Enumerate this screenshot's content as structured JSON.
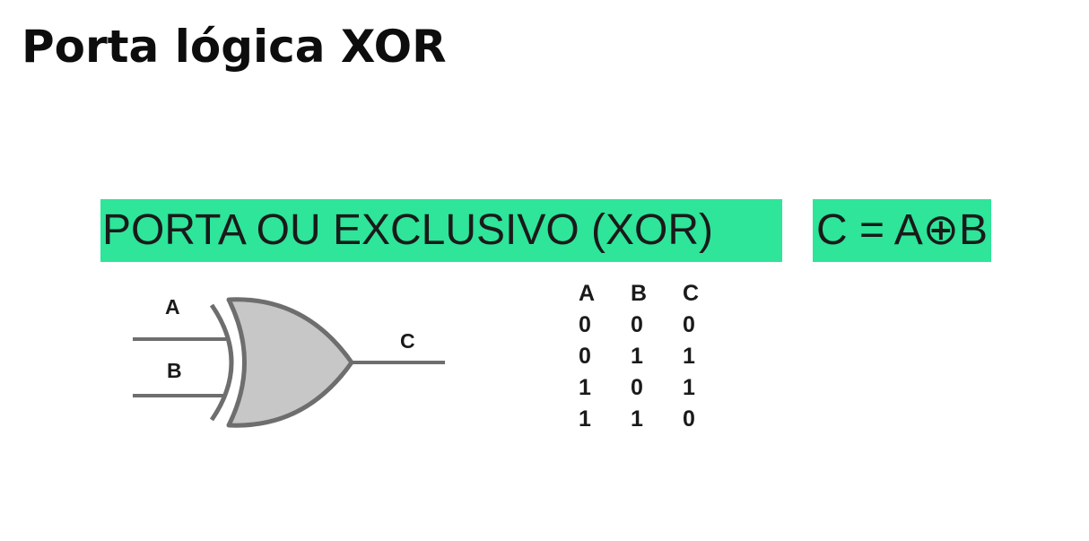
{
  "title": "Porta lógica XOR",
  "banner": {
    "label": "PORTA OU EXCLUSIVO (XOR)",
    "expression": "C = A⊕B"
  },
  "gate": {
    "input_a": "A",
    "input_b": "B",
    "output_c": "C"
  },
  "truth_table": {
    "headers": [
      "A",
      "B",
      "C"
    ],
    "rows": [
      [
        "0",
        "0",
        "0"
      ],
      [
        "0",
        "1",
        "1"
      ],
      [
        "1",
        "0",
        "1"
      ],
      [
        "1",
        "1",
        "0"
      ]
    ]
  }
}
